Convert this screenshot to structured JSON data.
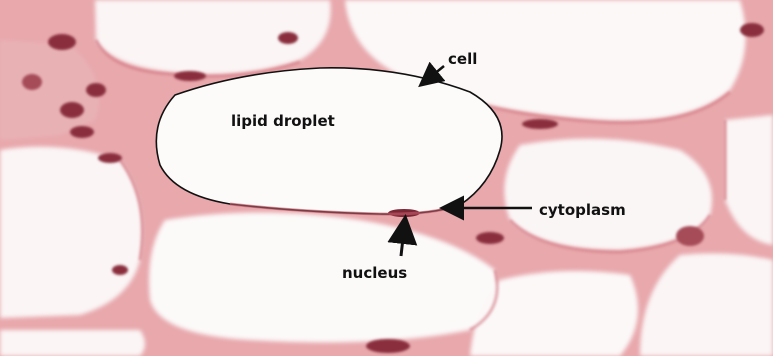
{
  "labels": {
    "cell": "cell",
    "lipid_droplet": "lipid droplet",
    "cytoplasm": "cytoplasm",
    "nucleus": "nucleus"
  },
  "colors": {
    "tissue_pink": "#e6a6aa",
    "membrane_red": "#d0707a",
    "nucleus_dark": "#8a2f3e",
    "droplet_white": "#fbf7f6"
  }
}
